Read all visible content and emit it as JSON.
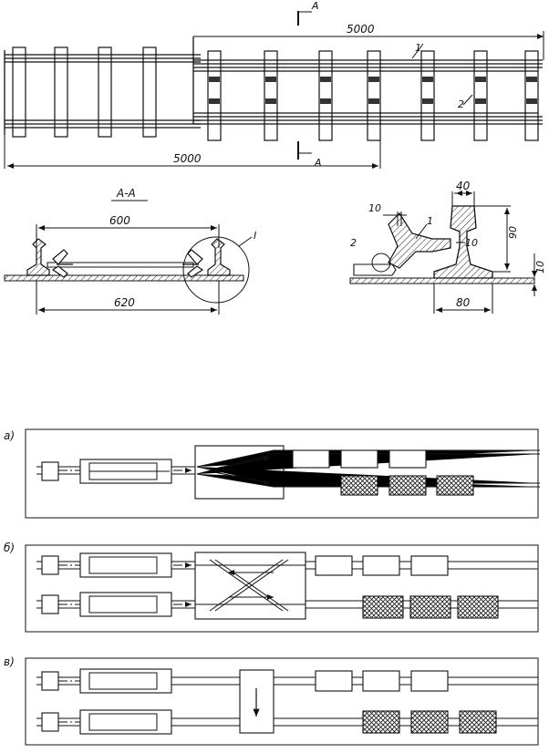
{
  "top": {
    "section_mark": "A",
    "dim_upper": "5000",
    "dim_lower": "5000",
    "callout_1": "1",
    "callout_2": "2"
  },
  "section": {
    "title": "A-A",
    "dim_600": "600",
    "dim_620": "620",
    "detail_mark": "I"
  },
  "detail": {
    "dim_40": "40",
    "dim_10a": "10",
    "dim_10b": "10",
    "dim_90": "90",
    "dim_10c": "10",
    "dim_80": "80",
    "callout_1": "1",
    "callout_2": "2"
  },
  "schemes": {
    "a": "а)",
    "b": "б)",
    "v": "в)"
  }
}
